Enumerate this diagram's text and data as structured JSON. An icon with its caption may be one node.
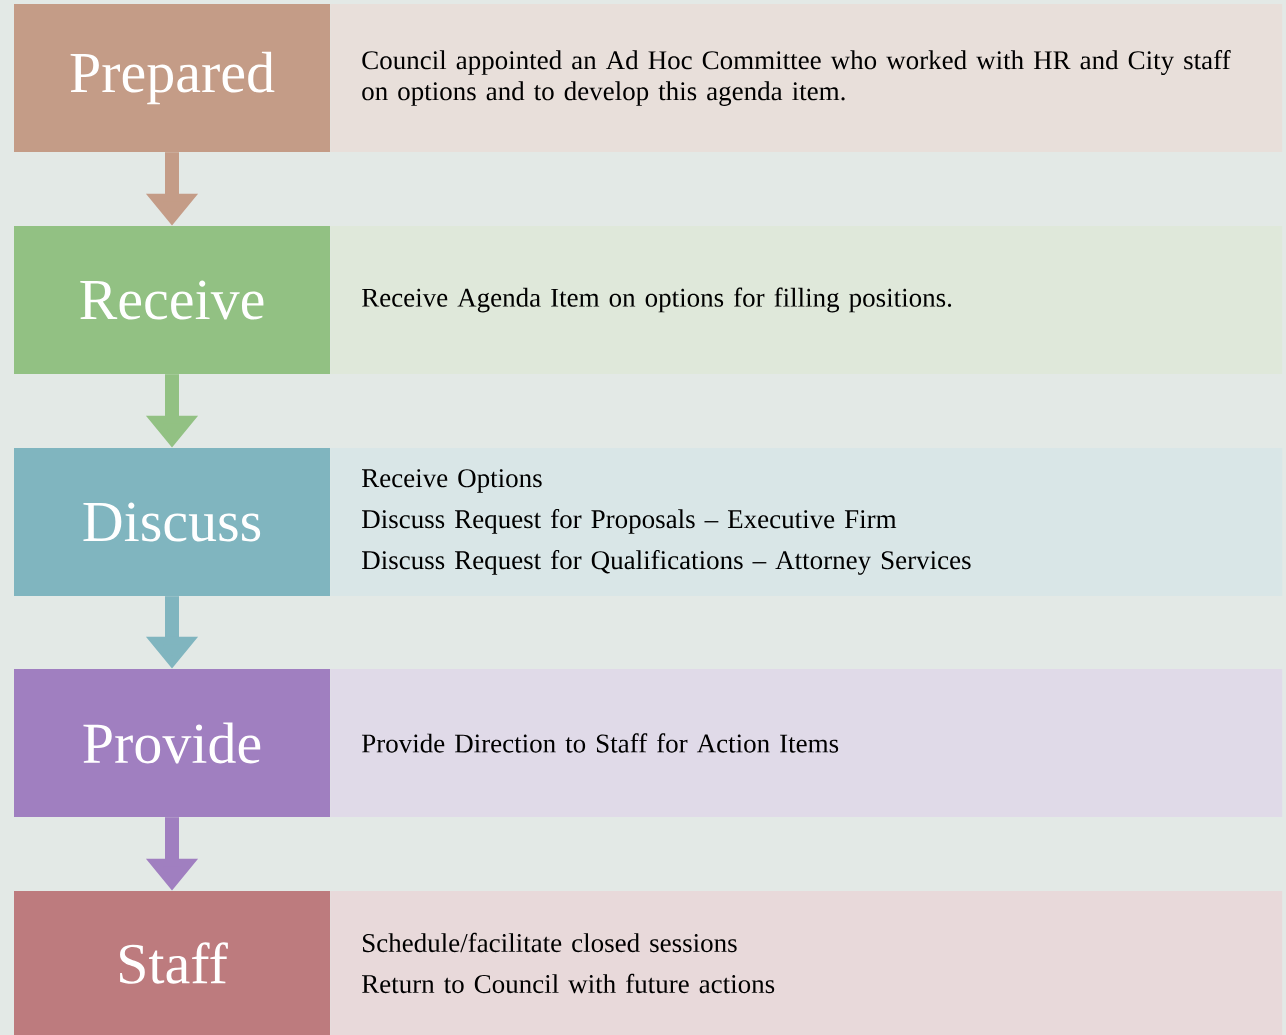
{
  "diagram": {
    "nodes": [
      {
        "text": [
          "Prepared"
        ]
      },
      {
        "text": [
          "Council appointed an Ad Hoc Committee who worked with HR and City staff on options and to develop this agenda item."
        ]
      },
      {
        "text": [
          "Receive"
        ]
      },
      {
        "text": [
          "Receive Agenda Item on options for filling positions."
        ]
      },
      {
        "text": [
          "Discuss"
        ]
      },
      {
        "text": [
          "Receive Options",
          "Discuss Request for Proposals – Executive Firm",
          "Discuss Request for Qualifications – Attorney Services"
        ]
      },
      {
        "text": [
          "Provide"
        ]
      },
      {
        "text": [
          "Provide Direction to Staff for Action Items"
        ]
      },
      {
        "text": [
          "Staff"
        ]
      },
      {
        "text": [
          "Schedule/facilitate closed sessions",
          "Return to Council with future actions"
        ]
      }
    ],
    "edges": [
      {
        "from": 0,
        "to": 2,
        "arrow": "to",
        "color": "#c49c87"
      },
      {
        "from": 2,
        "to": 4,
        "arrow": "to",
        "color": "#92c183"
      },
      {
        "from": 4,
        "to": 6,
        "arrow": "to",
        "color": "#80b5bf"
      },
      {
        "from": 6,
        "to": 8,
        "arrow": "to",
        "color": "#a07fc0"
      }
    ]
  }
}
